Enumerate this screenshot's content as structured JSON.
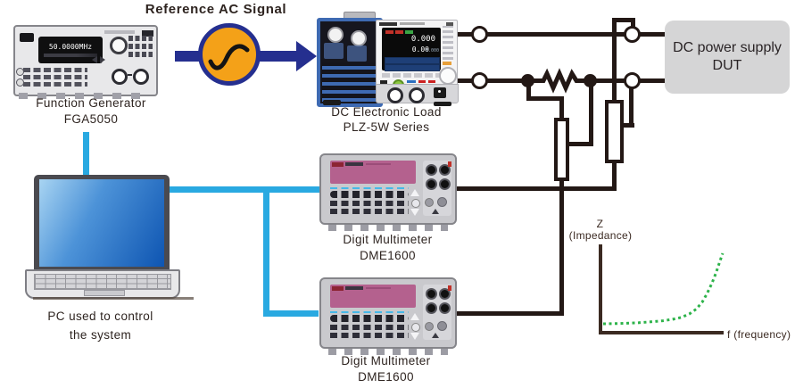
{
  "colors": {
    "wire": "#231815",
    "control_line_cyan": "#29a9e1",
    "signal_arrow_blue": "#252f8f",
    "signal_circle_orange": "#f4a118",
    "curve_green": "#2db34a",
    "dut_box_gray": "#d5d5d6",
    "dmm_panel_pink": "#b4618e",
    "load_heatsink_blue": "#3e6ab2"
  },
  "labels": {
    "reference_ac_signal": "Reference AC Signal",
    "function_generator": {
      "line1": "Function Generator",
      "line2": "FGA5050"
    },
    "dc_electronic_load": {
      "line1": "DC Electronic Load",
      "line2": "PLZ-5W Series"
    },
    "dmm1": {
      "line1": "Digit Multimeter",
      "line2": "DME1600"
    },
    "dmm2": {
      "line1": "Digit Multimeter",
      "line2": "DME1600"
    },
    "pc": {
      "line1": "PC used to control",
      "line2": "the system"
    },
    "dut": {
      "line1": "DC power supply",
      "line2": "DUT"
    }
  },
  "devices": {
    "function_generator": {
      "display_value": "50.0000MHz"
    },
    "dc_electronic_load": {
      "display_main": "0.000",
      "display_sub": "0.00",
      "display_small": "0.000"
    }
  },
  "chart_data": {
    "type": "line",
    "title": "",
    "xlabel": "f (frequency)",
    "ylabel": "Z (Impedance)",
    "ylabel_lines": [
      "Z",
      "(Impedance)"
    ],
    "style": "dotted",
    "color": "#2db34a",
    "grid": false,
    "legend_position": "none",
    "x_range_normalized": [
      0,
      1
    ],
    "y_range_normalized": [
      0,
      1
    ],
    "points": [
      [
        0,
        0.012
      ],
      [
        0.1,
        0.015
      ],
      [
        0.2,
        0.02
      ],
      [
        0.3,
        0.028
      ],
      [
        0.4,
        0.04
      ],
      [
        0.5,
        0.055
      ],
      [
        0.58,
        0.075
      ],
      [
        0.65,
        0.1
      ],
      [
        0.72,
        0.15
      ],
      [
        0.78,
        0.22
      ],
      [
        0.83,
        0.32
      ],
      [
        0.87,
        0.44
      ],
      [
        0.91,
        0.58
      ],
      [
        0.945,
        0.73
      ],
      [
        0.975,
        0.88
      ],
      [
        1,
        1
      ]
    ]
  }
}
